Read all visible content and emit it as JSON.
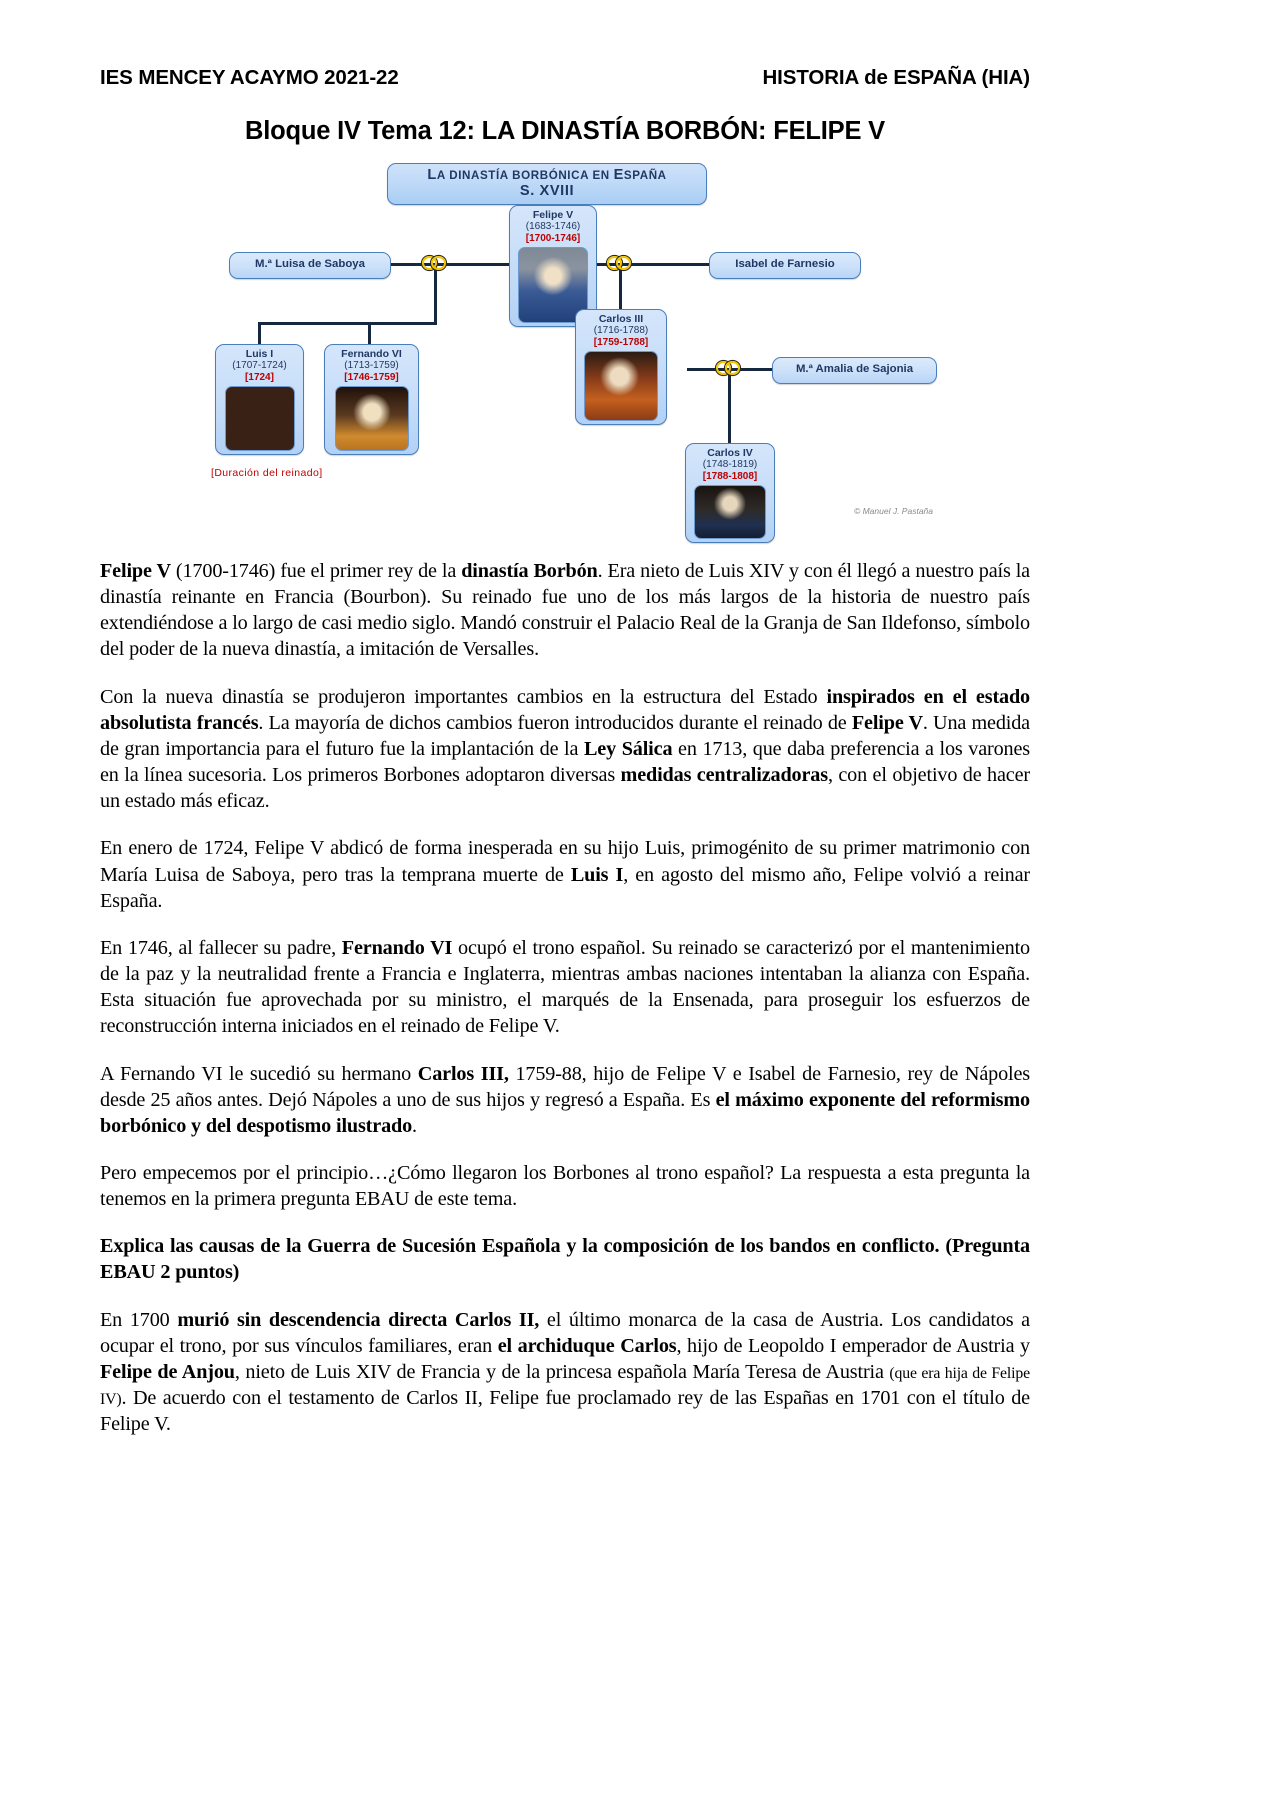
{
  "header": {
    "left": "IES MENCEY ACAYMO  2021-22",
    "right": "HISTORIA  de ESPAÑA (HIA)"
  },
  "title": "Bloque IV Tema 12: LA DINASTÍA BORBÓN: FELIPE V",
  "figure": {
    "title_line1_cap": "L",
    "title_line1_rest_a": "A DINASTÍA BORBÓNICA EN ",
    "title_line1_cap2": "E",
    "title_line1_rest_b": "SPAÑA",
    "title_line2": "S. XVIII",
    "legend": "[Duración del reinado]",
    "credit": "© Manuel J. Pastaña",
    "nodes": [
      {
        "id": "felipe-v",
        "name": "Felipe V",
        "life": "(1683-1746)",
        "reign": "[1700-1746]"
      },
      {
        "id": "luis-i",
        "name": "Luis I",
        "life": "(1707-1724)",
        "reign": "[1724]"
      },
      {
        "id": "fernando-vi",
        "name": "Fernando VI",
        "life": "(1713-1759)",
        "reign": "[1746-1759]"
      },
      {
        "id": "carlos-iii",
        "name": "Carlos III",
        "life": "(1716-1788)",
        "reign": "[1759-1788]"
      },
      {
        "id": "carlos-iv",
        "name": "Carlos IV",
        "life": "(1748-1819)",
        "reign": "[1788-1808]"
      }
    ],
    "spouses": [
      {
        "id": "maria-luisa-saboya",
        "name": "M.ª Luisa de Saboya"
      },
      {
        "id": "isabel-farnesio",
        "name": "Isabel de Farnesio"
      },
      {
        "id": "maria-amalia-sajonia",
        "name": "M.ª Amalia de Sajonia"
      }
    ],
    "colors": {
      "box_border": "#4a7ebb",
      "box_fill": "#c3dbf8",
      "name_text": "#1f3864",
      "reign_text": "#c00000",
      "connector": "#16283f",
      "ring": "#f5c400"
    }
  },
  "paragraphs": [
    {
      "id": "p-felipe-v",
      "runs": [
        {
          "b": true,
          "t": "Felipe V"
        },
        {
          "b": false,
          "t": " (1700-1746) fue el primer rey de la "
        },
        {
          "b": true,
          "t": "dinastía Borbón"
        },
        {
          "b": false,
          "t": ". Era nieto de Luis XIV y con él llegó a nuestro país la dinastía reinante en Francia (Bourbon). Su reinado fue uno de los más largos de la historia de nuestro país extendiéndose a lo largo de casi medio siglo. Mandó construir el Palacio Real de la Granja de San Ildefonso, símbolo del poder de la nueva dinastía, a imitación de Versalles."
        }
      ]
    },
    {
      "id": "p-cambios-estado",
      "runs": [
        {
          "b": false,
          "t": "Con la nueva dinastía se produjeron importantes cambios en la estructura del Estado "
        },
        {
          "b": true,
          "t": "inspirados en el estado absolutista francés"
        },
        {
          "b": false,
          "t": ". La mayoría de dichos cambios fueron introducidos durante el reinado de "
        },
        {
          "b": true,
          "t": "Felipe V"
        },
        {
          "b": false,
          "t": ". Una medida de gran importancia para el futuro fue la implantación de la "
        },
        {
          "b": true,
          "t": "Ley Sálica"
        },
        {
          "b": false,
          "t": " en 1713, que daba preferencia a los varones en la línea sucesoria. Los primeros Borbones adoptaron diversas "
        },
        {
          "b": true,
          "t": "medidas centralizadoras"
        },
        {
          "b": false,
          "t": ", con el objetivo de hacer un estado más eficaz."
        }
      ]
    },
    {
      "id": "p-abdicacion-1724",
      "runs": [
        {
          "b": false,
          "t": "En enero de 1724, Felipe V abdicó de forma inesperada en su hijo Luis, primogénito de su primer matrimonio con María Luisa de Saboya, pero tras la temprana muerte de "
        },
        {
          "b": true,
          "t": "Luis I"
        },
        {
          "b": false,
          "t": ", en agosto del mismo año, Felipe volvió a reinar España."
        }
      ]
    },
    {
      "id": "p-fernando-vi",
      "runs": [
        {
          "b": false,
          "t": "En 1746, al fallecer su padre, "
        },
        {
          "b": true,
          "t": "Fernando VI"
        },
        {
          "b": false,
          "t": " ocupó el trono español.  Su reinado se caracterizó por el mantenimiento de la paz y la neutralidad frente a Francia e Inglaterra, mientras ambas naciones intentaban la alianza con España. Esta situación fue aprovechada por su ministro, el marqués de la Ensenada, para proseguir los esfuerzos de reconstrucción interna iniciados en el reinado de Felipe V."
        }
      ]
    },
    {
      "id": "p-carlos-iii",
      "runs": [
        {
          "b": false,
          "t": "A Fernando VI le sucedió su hermano "
        },
        {
          "b": true,
          "t": "Carlos III,"
        },
        {
          "b": false,
          "t": " 1759-88, hijo de Felipe V e Isabel de Farnesio, rey de Nápoles desde 25 años antes. Dejó Nápoles a uno de sus hijos y regresó a España. Es "
        },
        {
          "b": true,
          "t": "el máximo exponente del reformismo borbónico y del despotismo ilustrado"
        },
        {
          "b": false,
          "t": "."
        }
      ]
    },
    {
      "id": "p-principio",
      "runs": [
        {
          "b": false,
          "t": "Pero empecemos por el principio…¿Cómo llegaron los Borbones al trono español? La respuesta a esta pregunta la tenemos en la primera pregunta EBAU de este tema."
        }
      ]
    },
    {
      "id": "p-pregunta-ebau",
      "runs": [
        {
          "b": true,
          "t": "Explica las causas de la Guerra de Sucesión Española y la composición de los bandos en conflicto. (Pregunta EBAU 2 puntos)"
        }
      ]
    },
    {
      "id": "p-carlos-ii-1700",
      "runs": [
        {
          "b": false,
          "t": "En 1700 "
        },
        {
          "b": true,
          "t": "murió sin descendencia directa Carlos II,"
        },
        {
          "b": false,
          "t": " el último monarca de la casa de Austria. Los candidatos a ocupar el trono, por sus vínculos familiares, eran "
        },
        {
          "b": true,
          "t": "el archiduque Carlos"
        },
        {
          "b": false,
          "t": ", hijo de Leopoldo I emperador de Austria y "
        },
        {
          "b": true,
          "t": "Felipe de Anjou"
        },
        {
          "b": false,
          "t": ", nieto de Luis XIV de Francia y de la princesa española María Teresa de Austria "
        },
        {
          "b": false,
          "small": true,
          "t": "(que era hija de Felipe IV)"
        },
        {
          "b": false,
          "t": ". De acuerdo con el testamento de Carlos II, Felipe fue proclamado rey de las Españas en 1701 con  el título de Felipe V."
        }
      ]
    }
  ]
}
